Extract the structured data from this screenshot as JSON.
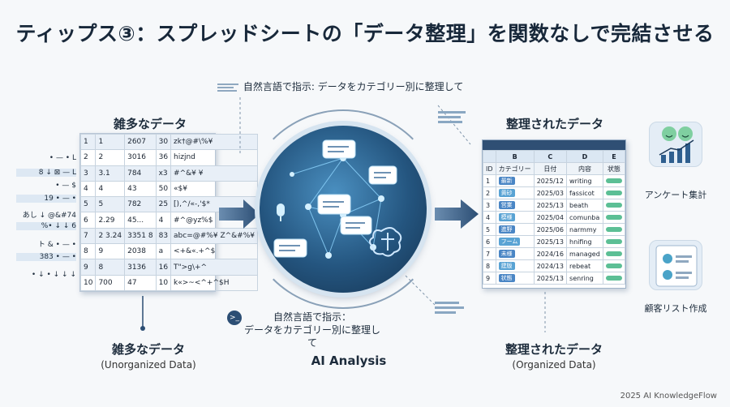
{
  "title": "ティップス③：スプレッドシートの「データ整理」を関数なしで完結させる",
  "left": {
    "heading": "雑多なデータ",
    "caption_main": "雑多なデータ",
    "caption_sub": "(Unorganized Data)",
    "noise": [
      "• — • L",
      "8 ↓ ⊠ — L",
      "• — $",
      "19 • — •",
      "あし ↓ @&#74",
      "%• ↓ ↓ 6",
      "ト & • — •",
      "383 • — •",
      "• ↓ • ↓ ↓ ↓"
    ],
    "rows": [
      [
        "1",
        "1",
        "2607",
        "30",
        "zk†@#\\%¥"
      ],
      [
        "2",
        "2",
        "3016",
        "36",
        "hizjnd"
      ],
      [
        "3",
        "3.1",
        "784",
        "x3",
        "#^&¥ ¥"
      ],
      [
        "4",
        "4",
        "43",
        "50",
        "«$¥"
      ],
      [
        "5",
        "5",
        "782",
        "25",
        "[),^/«-,'$*"
      ],
      [
        "6",
        "2.29",
        "45...",
        "4",
        "#^@yz%$"
      ],
      [
        "7",
        "2 3.24",
        "3351 8",
        "83",
        "abc=@#%¥ Z^&#%¥"
      ],
      [
        "8",
        "9",
        "2038",
        "a",
        "<+&«.+^$"
      ],
      [
        "9",
        "8",
        "3136",
        "16",
        "T\">g\\+^"
      ],
      [
        "10",
        "700",
        "47",
        "10",
        "k«>~<^+^$H"
      ]
    ]
  },
  "center": {
    "callout_top": "自然言語で指示: データをカテゴリー別に整理して",
    "callout_bottom_line1": "自然言語で指示：",
    "callout_bottom_line2": "データをカテゴリー別に整理して",
    "terminal_glyph": ">_",
    "label": "AI Analysis"
  },
  "right": {
    "heading": "整理されたデータ",
    "caption_main": "整理されたデータ",
    "caption_sub": "(Organized Data)",
    "col_letters": [
      "",
      "B",
      "C",
      "D",
      "E"
    ],
    "col_headers": [
      "ID",
      "カテゴリー",
      "日付",
      "内容",
      "状態"
    ],
    "rows": [
      [
        "1",
        "最新",
        "2025/12",
        "writing"
      ],
      [
        "2",
        "黄砂",
        "2025/03",
        "fassicot"
      ],
      [
        "3",
        "営業",
        "2025/13",
        "beath"
      ],
      [
        "4",
        "模様",
        "2025/04",
        "comunba"
      ],
      [
        "5",
        "進野",
        "2025/06",
        "narmmy"
      ],
      [
        "6",
        "フーム",
        "2025/13",
        "hnifing"
      ],
      [
        "7",
        "未様",
        "2024/16",
        "managed"
      ],
      [
        "8",
        "建版",
        "2024/13",
        "rebeat"
      ],
      [
        "9",
        "状態",
        "2025/13",
        "senring"
      ]
    ]
  },
  "side": {
    "survey_label": "アンケート集計",
    "customer_label": "顧客リスト作成"
  },
  "footer": "2025 AI KnowledgeFlow"
}
